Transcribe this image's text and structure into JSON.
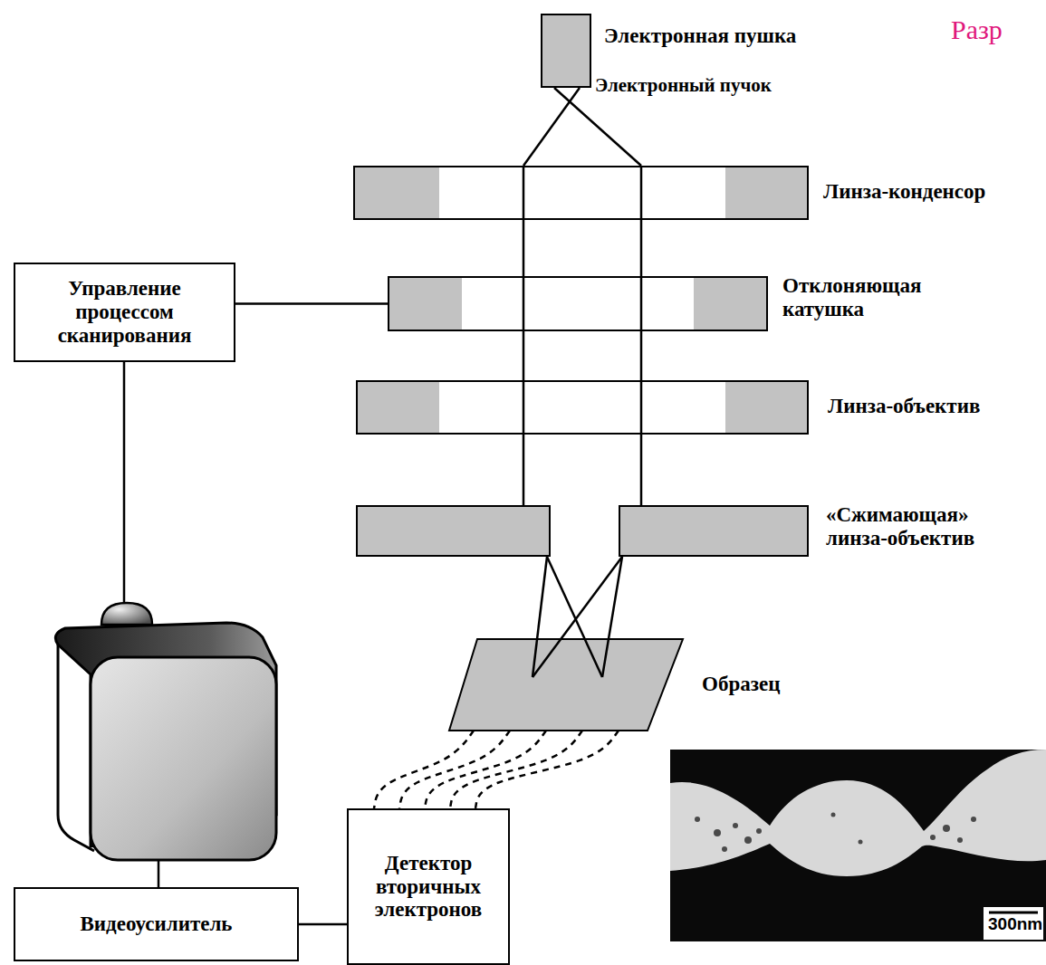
{
  "diagram": {
    "title": "Разр",
    "nodes": [
      {
        "text": [
          "Электронная пушка"
        ]
      },
      {
        "text": [
          "Линза-конденсор"
        ]
      },
      {
        "text": [
          "Управление процессом сканирования"
        ]
      },
      {
        "text": [
          "Отклоняющая катушка"
        ]
      },
      {
        "text": [
          "Линза-объектив"
        ]
      },
      {
        "text": [
          "«Сжимающая» линза-объектив"
        ]
      },
      {
        "text": [
          "Образец"
        ]
      },
      {
        "text": [
          "Видеоусилитель"
        ]
      },
      {
        "text": [
          "Детектор вторичных электронов"
        ]
      }
    ],
    "edges": [
      {
        "from": 2,
        "to": 3,
        "arrow": "none"
      },
      {
        "from": 6,
        "to": 8,
        "arrow": "none"
      },
      {
        "from": 8,
        "to": 7,
        "arrow": "none"
      }
    ],
    "labels": [
      "Электронный пучок",
      "300nm"
    ]
  }
}
